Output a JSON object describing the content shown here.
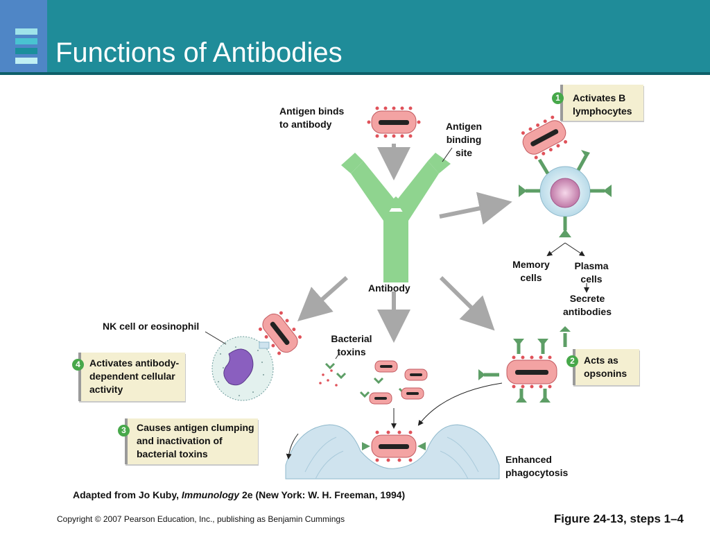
{
  "header": {
    "title": "Functions of Antibodies",
    "bar_colors": [
      "#9fe3ea",
      "#49c3d1",
      "#1a8f9c",
      "#bfeff3"
    ]
  },
  "labels": {
    "antigen_binds": "Antigen binds\nto antibody",
    "antigen_binding_site": "Antigen\nbinding\nsite",
    "antibody": "Antibody",
    "memory_cells": "Memory\ncells",
    "plasma_cells": "Plasma\ncells",
    "secrete_antibodies": "Secrete\nantibodies",
    "nk_cell": "NK cell or eosinophil",
    "bacterial_toxins": "Bacterial\ntoxins",
    "enhanced_phagocytosis": "Enhanced\nphagocytosis"
  },
  "steps": [
    {
      "number": "1",
      "text": "Activates B\nlymphocytes"
    },
    {
      "number": "2",
      "text": "Acts as\nopsonins"
    },
    {
      "number": "3",
      "text": "Causes antigen clumping\nand inactivation of\nbacterial toxins"
    },
    {
      "number": "4",
      "text": "Activates antibody-\ndependent cellular\nactivity"
    }
  ],
  "footer": {
    "credit_prefix": "Adapted from Jo Kuby, ",
    "credit_book": "Immunology",
    "credit_suffix": " 2e (New York: W. H. Freeman, 1994)",
    "copyright": "Copyright © 2007 Pearson Education, Inc., publishing as Benjamin Cummings",
    "figure_ref": "Figure 24-13, steps 1–4"
  },
  "colors": {
    "header": "#1f8c99",
    "antibody": "#8fd48f",
    "small_antibody": "#5d9e66",
    "bacterium": "#f3a3a3",
    "bacterium_spikes": "#e0525a",
    "callout": "#f4efd1",
    "step_badge": "#47a84a",
    "arrow": "#a8a8a8",
    "phagocyte": "#cfe3ee",
    "nk_nucleus": "#8a5fbf"
  }
}
